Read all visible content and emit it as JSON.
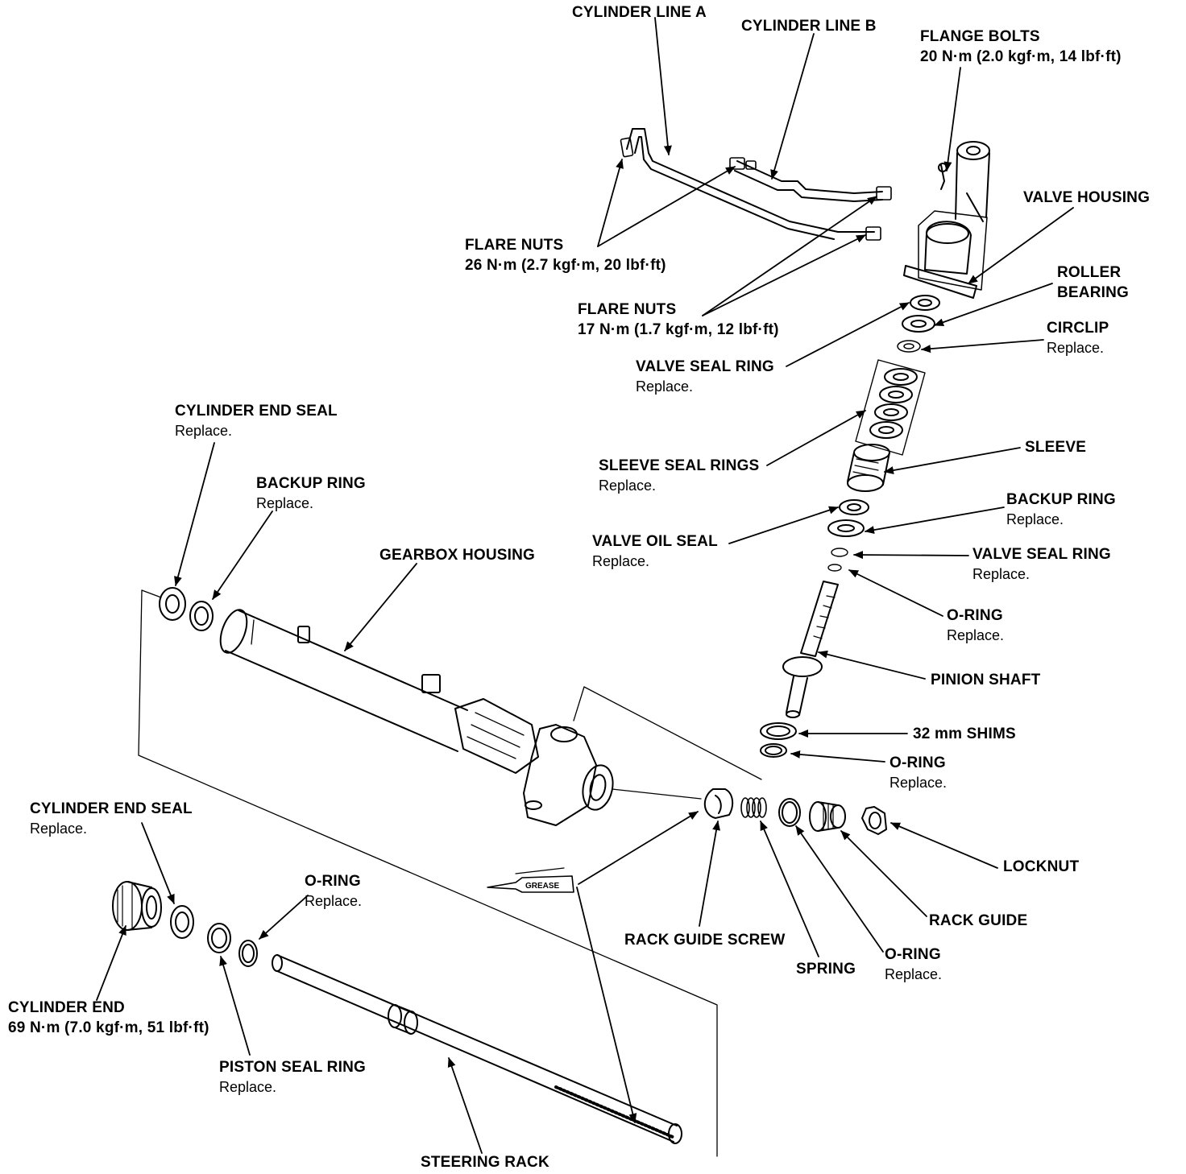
{
  "labels": {
    "cylinder_line_a": {
      "name": "CYLINDER LINE A"
    },
    "cylinder_line_b": {
      "name": "CYLINDER LINE B"
    },
    "flange_bolts": {
      "name": "FLANGE BOLTS",
      "note": "20 N·m (2.0 kgf·m, 14 lbf·ft)"
    },
    "valve_housing": {
      "name": "VALVE HOUSING"
    },
    "flare_nuts_26": {
      "name": "FLARE NUTS",
      "note": "26 N·m (2.7 kgf·m, 20 lbf·ft)"
    },
    "flare_nuts_17": {
      "name": "FLARE NUTS",
      "note": "17 N·m (1.7 kgf·m, 12 lbf·ft)"
    },
    "roller_bearing": {
      "name": "ROLLER",
      "name2": "BEARING"
    },
    "circlip": {
      "name": "CIRCLIP",
      "note": "Replace."
    },
    "valve_seal_ring_top": {
      "name": "VALVE SEAL RING",
      "note": "Replace."
    },
    "sleeve_seal_rings": {
      "name": "SLEEVE SEAL RINGS",
      "note": "Replace."
    },
    "sleeve": {
      "name": "SLEEVE"
    },
    "backup_ring_right": {
      "name": "BACKUP RING",
      "note": "Replace."
    },
    "valve_oil_seal": {
      "name": "VALVE OIL SEAL",
      "note": "Replace."
    },
    "valve_seal_ring_right": {
      "name": "VALVE SEAL RING",
      "note": "Replace."
    },
    "o_ring_pinion": {
      "name": "O-RING",
      "note": "Replace."
    },
    "pinion_shaft": {
      "name": "PINION SHAFT"
    },
    "shims": {
      "name": "32 mm SHIMS"
    },
    "o_ring_shim": {
      "name": "O-RING",
      "note": "Replace."
    },
    "cylinder_end_seal_top": {
      "name": "CYLINDER END SEAL",
      "note": "Replace."
    },
    "backup_ring_left": {
      "name": "BACKUP RING",
      "note": "Replace."
    },
    "gearbox_housing": {
      "name": "GEARBOX HOUSING"
    },
    "cylinder_end_seal_bottom": {
      "name": "CYLINDER END SEAL",
      "note": "Replace."
    },
    "o_ring_left": {
      "name": "O-RING",
      "note": "Replace."
    },
    "locknut": {
      "name": "LOCKNUT"
    },
    "rack_guide": {
      "name": "RACK GUIDE"
    },
    "rack_guide_screw": {
      "name": "RACK GUIDE SCREW"
    },
    "spring": {
      "name": "SPRING"
    },
    "o_ring_guide": {
      "name": "O-RING",
      "note": "Replace."
    },
    "cylinder_end": {
      "name": "CYLINDER END",
      "note": "69 N·m (7.0 kgf·m, 51 lbf·ft)"
    },
    "piston_seal_ring": {
      "name": "PISTON SEAL RING",
      "note": "Replace."
    },
    "steering_rack": {
      "name": "STEERING RACK"
    }
  },
  "grease_tube": {
    "text": "GREASE"
  }
}
